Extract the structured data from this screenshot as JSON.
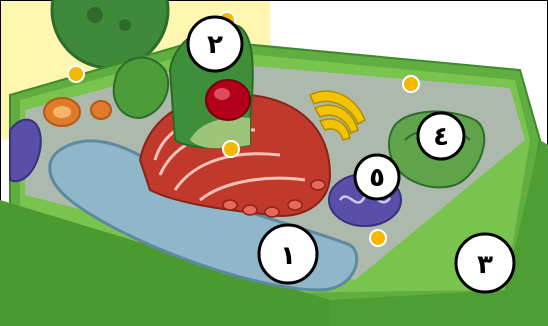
{
  "diagram": {
    "labels": [
      {
        "id": "nucleus",
        "text": "٢"
      },
      {
        "id": "vacuole",
        "text": "١"
      },
      {
        "id": "cell-wall",
        "text": "٣"
      },
      {
        "id": "chloroplast",
        "text": "٤"
      },
      {
        "id": "mitochondrion",
        "text": "٥"
      }
    ],
    "colors": {
      "frame": "#000000",
      "wall_outer": "#5fae3f",
      "wall_light": "#9ad66a",
      "cytoplasm": "#aeb9ad",
      "vacuole": "#8fb6c9",
      "er": "#c0392b",
      "golgi": "#f2c300",
      "nucleus_green": "#3f8f3a",
      "nucleolus": "#b3001b",
      "mito": "#5a4fa8",
      "marker": "#f5b800",
      "yellow_bg": "#fff6b0"
    }
  }
}
